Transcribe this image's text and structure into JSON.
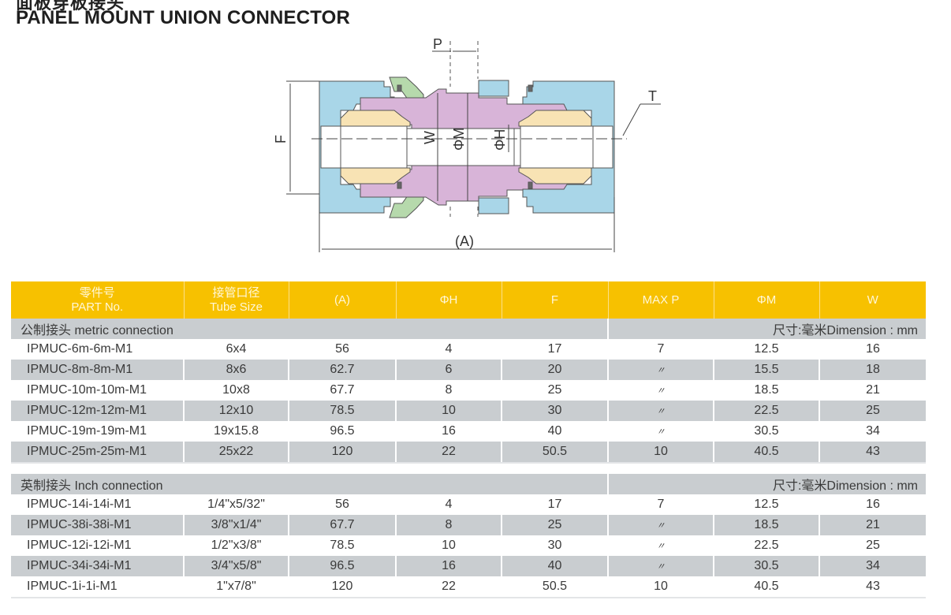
{
  "header": {
    "title_cn": "面板穿板接头",
    "title_en": "PANEL MOUNT UNION CONNECTOR"
  },
  "diagram": {
    "labels": {
      "P": "P",
      "T": "T",
      "F": "F",
      "W": "W",
      "M": "ΦM",
      "H": "ΦH",
      "A": "(A)"
    },
    "colors": {
      "body": "#a9d6e8",
      "union": "#d8b4d8",
      "ferrule": "#f8e3b4",
      "locknut": "#b6d9ac"
    }
  },
  "table": {
    "columns": [
      {
        "cn": "零件号",
        "en": "PART No."
      },
      {
        "cn": "接管口径",
        "en": "Tube Size"
      },
      {
        "cn": "",
        "en": "(A)"
      },
      {
        "cn": "",
        "en": "ΦH"
      },
      {
        "cn": "",
        "en": "F"
      },
      {
        "cn": "",
        "en": "MAX P"
      },
      {
        "cn": "",
        "en": "ΦM"
      },
      {
        "cn": "",
        "en": "W"
      }
    ],
    "header_color": "#f7c100",
    "sections": [
      {
        "title": "公制接头 metric connection",
        "unit_note": "尺寸:毫米Dimension : mm",
        "rows": [
          [
            "IPMUC-6m-6m-M1",
            "6x4",
            "56",
            "4",
            "17",
            "7",
            "12.5",
            "16"
          ],
          [
            "IPMUC-8m-8m-M1",
            "8x6",
            "62.7",
            "6",
            "20",
            "〃",
            "15.5",
            "18"
          ],
          [
            "IPMUC-10m-10m-M1",
            "10x8",
            "67.7",
            "8",
            "25",
            "〃",
            "18.5",
            "21"
          ],
          [
            "IPMUC-12m-12m-M1",
            "12x10",
            "78.5",
            "10",
            "30",
            "〃",
            "22.5",
            "25"
          ],
          [
            "IPMUC-19m-19m-M1",
            "19x15.8",
            "96.5",
            "16",
            "40",
            "〃",
            "30.5",
            "34"
          ],
          [
            "IPMUC-25m-25m-M1",
            "25x22",
            "120",
            "22",
            "50.5",
            "10",
            "40.5",
            "43"
          ]
        ]
      },
      {
        "title": "英制接头 Inch connection",
        "unit_note": "尺寸:毫米Dimension : mm",
        "rows": [
          [
            "IPMUC-14i-14i-M1",
            "1/4\"x5/32\"",
            "56",
            "4",
            "17",
            "7",
            "12.5",
            "16"
          ],
          [
            "IPMUC-38i-38i-M1",
            "3/8\"x1/4\"",
            "67.7",
            "8",
            "25",
            "〃",
            "18.5",
            "21"
          ],
          [
            "IPMUC-12i-12i-M1",
            "1/2\"x3/8\"",
            "78.5",
            "10",
            "30",
            "〃",
            "22.5",
            "25"
          ],
          [
            "IPMUC-34i-34i-M1",
            "3/4\"x5/8\"",
            "96.5",
            "16",
            "40",
            "〃",
            "30.5",
            "34"
          ],
          [
            "IPMUC-1i-1i-M1",
            "1\"x7/8\"",
            "120",
            "22",
            "50.5",
            "10",
            "40.5",
            "43"
          ]
        ]
      }
    ]
  }
}
